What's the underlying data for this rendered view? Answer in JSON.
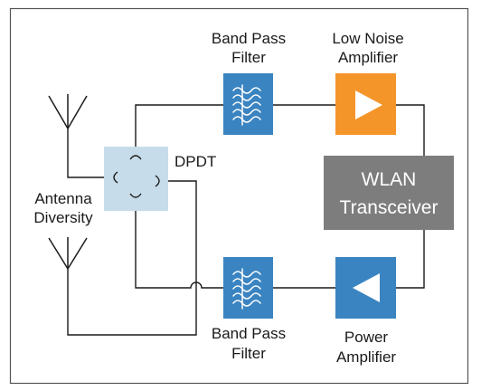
{
  "diagram": {
    "labels": {
      "bpf_top_line1": "Band Pass",
      "bpf_top_line2": "Filter",
      "lna_line1": "Low Noise",
      "lna_line2": "Amplifier",
      "dpdt": "DPDT",
      "antenna_line1": "Antenna",
      "antenna_line2": "Diversity",
      "wlan_line1": "WLAN",
      "wlan_line2": "Transceiver",
      "bpf_bottom_line1": "Band Pass",
      "bpf_bottom_line2": "Filter",
      "pa_line1": "Power",
      "pa_line2": "Amplifier"
    },
    "colors": {
      "filter_blue": "#3a84c1",
      "lna_orange": "#f4952a",
      "transceiver_gray": "#7d7d7d",
      "switch_light_blue": "#c6dcea",
      "border": "#555555",
      "wire": "#1a1a1a"
    }
  }
}
